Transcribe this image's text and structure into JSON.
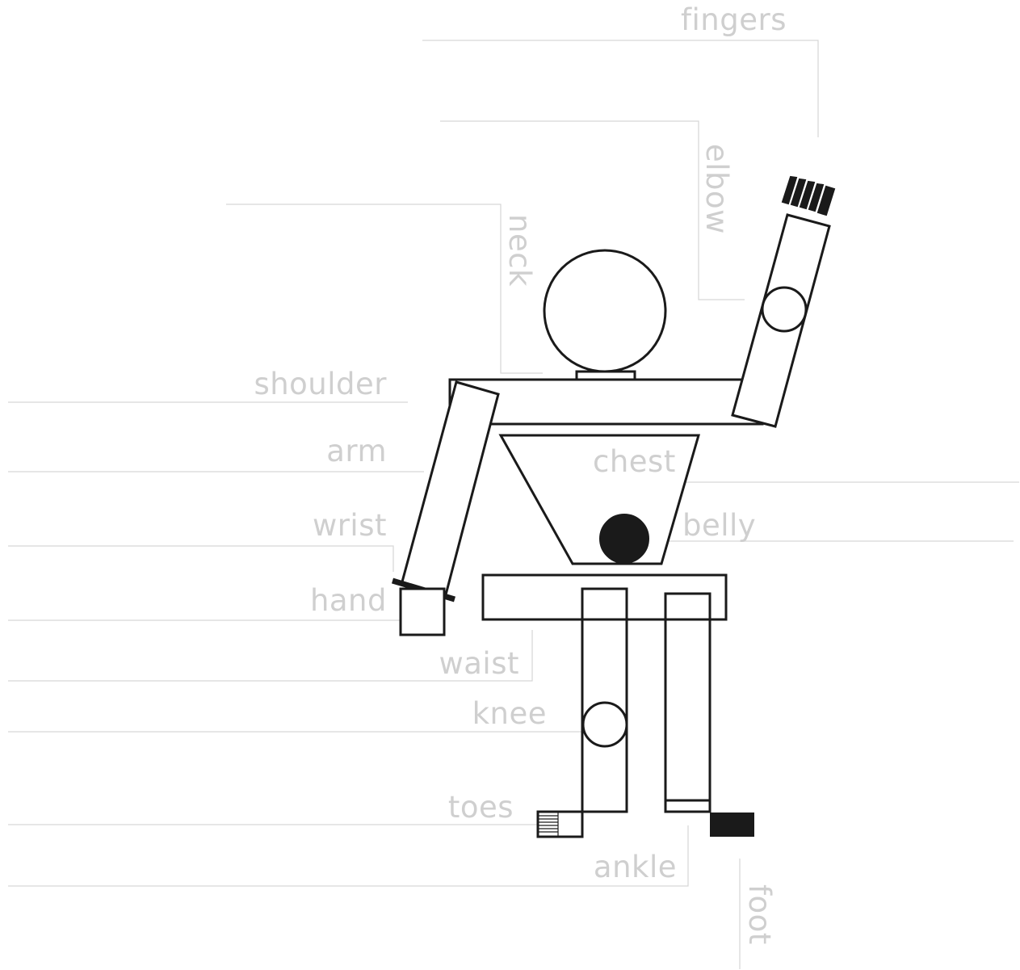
{
  "labels": {
    "fingers": "fingers",
    "elbow": "elbow",
    "neck": "neck",
    "shoulder": "shoulder",
    "arm": "arm",
    "chest": "chest",
    "wrist": "wrist",
    "belly": "belly",
    "hand": "hand",
    "waist": "waist",
    "knee": "knee",
    "toes": "toes",
    "ankle": "ankle",
    "foot": "foot"
  },
  "colors": {
    "outline": "#1a1a1a",
    "label": "#cfcfcf",
    "leader": "#d6d6d6",
    "background": "#ffffff"
  }
}
